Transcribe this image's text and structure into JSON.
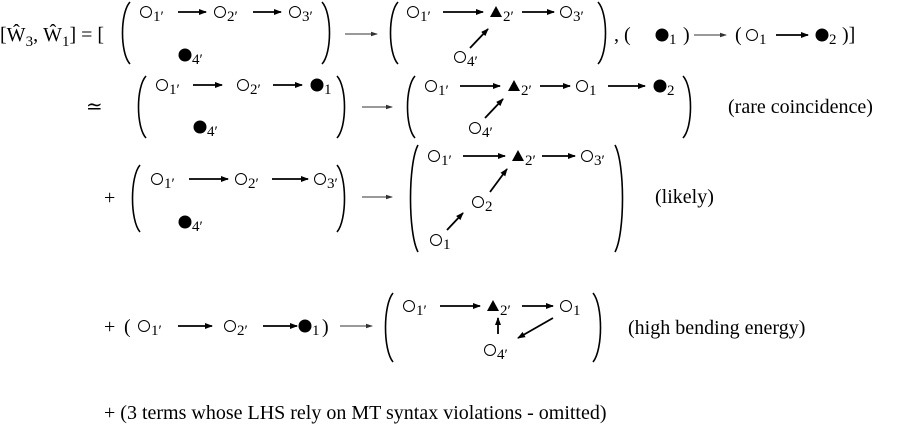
{
  "lhs": {
    "open": "[",
    "op": "Ŵ",
    "sub_a": "3",
    "comma": ", ",
    "sub_b": "1",
    "close": "] = ["
  },
  "row1": {
    "left": {
      "nodes": [
        {
          "shape": "open-circle",
          "sub": "1′"
        },
        {
          "shape": "open-circle",
          "sub": "2′"
        },
        {
          "shape": "open-circle",
          "sub": "3′"
        },
        {
          "shape": "filled-circle",
          "sub": "4′"
        }
      ]
    },
    "right": {
      "nodes": [
        {
          "shape": "open-circle",
          "sub": "1′"
        },
        {
          "shape": "filled-triangle",
          "sub": "2′"
        },
        {
          "shape": "open-circle",
          "sub": "3′"
        },
        {
          "shape": "open-circle",
          "sub": "4′"
        }
      ]
    },
    "tail": {
      "open1": ", (",
      "node1": {
        "shape": "filled-circle",
        "sub": "1"
      },
      "close1": ")",
      "open2": "(",
      "node2": {
        "shape": "open-circle",
        "sub": "1"
      },
      "node3": {
        "shape": "filled-circle",
        "sub": "2"
      },
      "close2": ")]"
    }
  },
  "row2": {
    "relation": "≃",
    "left": {
      "nodes": [
        {
          "shape": "open-circle",
          "sub": "1′"
        },
        {
          "shape": "open-circle",
          "sub": "2′"
        },
        {
          "shape": "filled-circle",
          "sub": "1"
        },
        {
          "shape": "filled-circle",
          "sub": "4′"
        }
      ]
    },
    "right": {
      "nodes": [
        {
          "shape": "open-circle",
          "sub": "1′"
        },
        {
          "shape": "filled-triangle",
          "sub": "2′"
        },
        {
          "shape": "open-circle",
          "sub": "1"
        },
        {
          "shape": "filled-circle",
          "sub": "2"
        },
        {
          "shape": "open-circle",
          "sub": "4′"
        }
      ]
    },
    "note": "(rare coincidence)"
  },
  "row3": {
    "plus": "+",
    "left": {
      "nodes": [
        {
          "shape": "open-circle",
          "sub": "1′"
        },
        {
          "shape": "open-circle",
          "sub": "2′"
        },
        {
          "shape": "open-circle",
          "sub": "3′"
        },
        {
          "shape": "filled-circle",
          "sub": "4′"
        }
      ]
    },
    "right": {
      "nodes": [
        {
          "shape": "open-circle",
          "sub": "1′"
        },
        {
          "shape": "filled-triangle",
          "sub": "2′"
        },
        {
          "shape": "open-circle",
          "sub": "3′"
        },
        {
          "shape": "open-circle",
          "sub": "2"
        },
        {
          "shape": "open-circle",
          "sub": "1"
        }
      ]
    },
    "note": "(likely)"
  },
  "row4": {
    "plus": "+",
    "open": "(",
    "left": {
      "nodes": [
        {
          "shape": "open-circle",
          "sub": "1′"
        },
        {
          "shape": "open-circle",
          "sub": "2′"
        },
        {
          "shape": "filled-circle",
          "sub": "1"
        }
      ]
    },
    "close": ")",
    "right": {
      "nodes": [
        {
          "shape": "open-circle",
          "sub": "1′"
        },
        {
          "shape": "filled-triangle",
          "sub": "2′"
        },
        {
          "shape": "open-circle",
          "sub": "1"
        },
        {
          "shape": "open-circle",
          "sub": "4′"
        }
      ]
    },
    "note": "(high bending energy)"
  },
  "footer": "+ (3 terms whose LHS rely on MT syntax violations - omitted)"
}
